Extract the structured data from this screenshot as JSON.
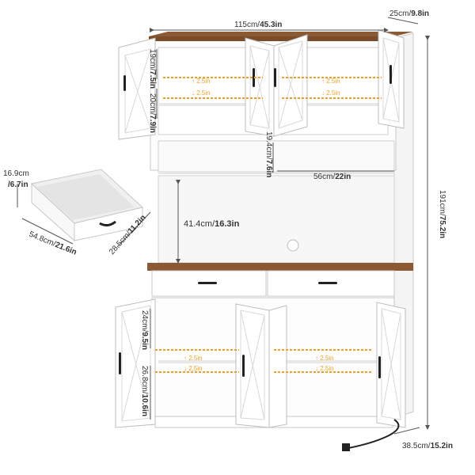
{
  "dimensions": {
    "width": {
      "metric": "115cm/",
      "imperial": "45.3in"
    },
    "depth": {
      "metric": "25cm/",
      "imperial": "9.8in"
    },
    "height": {
      "metric": "191cm/",
      "imperial": "75.2in"
    },
    "upper_shelf_top": {
      "metric": "19cm/",
      "imperial": "7.5in"
    },
    "upper_shelf_bottom": {
      "metric": "20cm/",
      "imperial": "7.9in"
    },
    "open_shelf": {
      "metric": "19.4cm/",
      "imperial": "7.6in"
    },
    "open_shelf_width": {
      "metric": "56cm/",
      "imperial": "22in"
    },
    "counter_space": {
      "metric": "41.4cm/",
      "imperial": "16.3in"
    },
    "lower_shelf_top": {
      "metric": "24cm/",
      "imperial": "9.5in"
    },
    "lower_shelf_bottom": {
      "metric": "26.8cm/",
      "imperial": "10.6in"
    },
    "base_depth": {
      "metric": "38.5cm/",
      "imperial": "15.2in"
    }
  },
  "drawer": {
    "height": {
      "metric": "16.9cm",
      "imperial": "/6.7in"
    },
    "width": {
      "metric": "54.8cm/",
      "imperial": "21.6in"
    },
    "depth": {
      "metric": "28.5cm/",
      "imperial": "11.2in"
    }
  },
  "shelf_adjust": {
    "up": "2.5in",
    "down": "2.5in"
  },
  "colors": {
    "wood": "#8b5a34",
    "cabinet": "#ffffff",
    "outline": "#c8c8c8",
    "accent": "#f0a020",
    "handle": "#222222"
  }
}
